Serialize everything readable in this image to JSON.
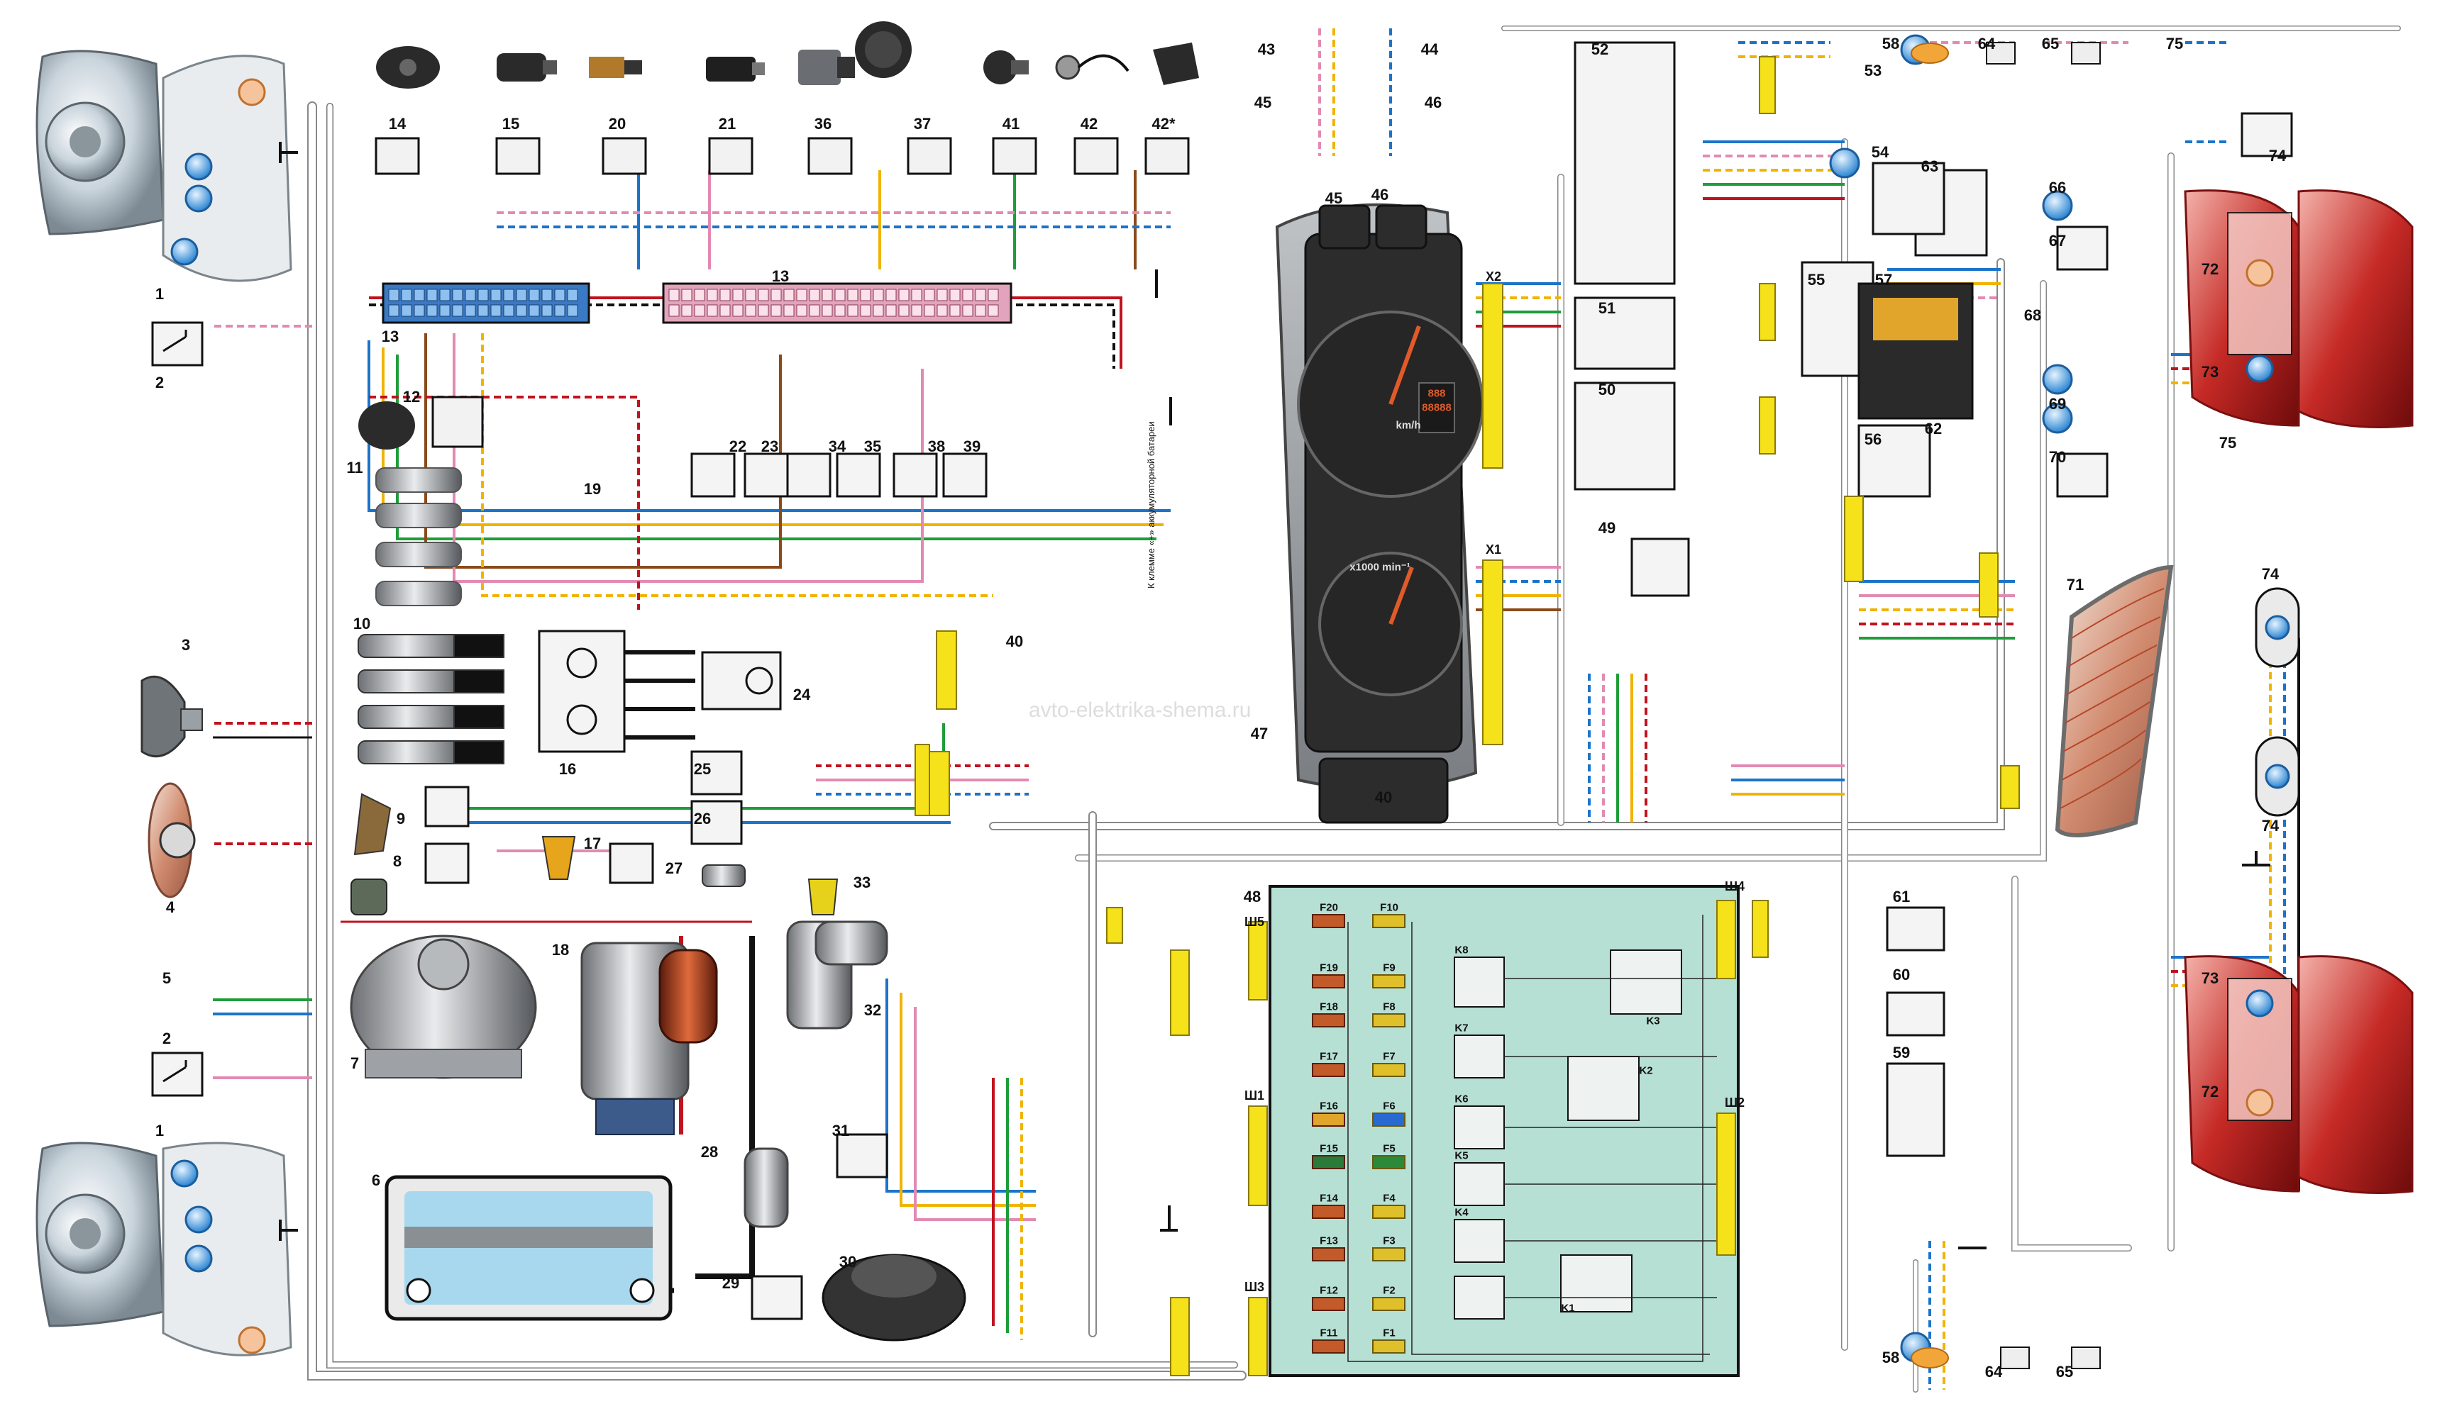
{
  "labels": {
    "c1": "1",
    "c2": "2",
    "c3": "3",
    "c4": "4",
    "c5": "5",
    "c6": "6",
    "c7": "7",
    "c8": "8",
    "c9": "9",
    "c10": "10",
    "c11": "11",
    "c12": "12",
    "c13": "13",
    "c14": "14",
    "c15": "15",
    "c16": "16",
    "c17": "17",
    "c18": "18",
    "c19": "19",
    "c20": "20",
    "c21": "21",
    "c22": "22",
    "c23": "23",
    "c24": "24",
    "c25": "25",
    "c26": "26",
    "c27": "27",
    "c28": "28",
    "c29": "29",
    "c30": "30",
    "c31": "31",
    "c32": "32",
    "c33": "33",
    "c34": "34",
    "c35": "35",
    "c36": "36",
    "c37": "37",
    "c38": "38",
    "c39": "39",
    "c40": "40",
    "c41": "41",
    "c42": "42",
    "c42s": "42*",
    "c43": "43",
    "c44": "44",
    "c45": "45",
    "c46": "46",
    "c47": "47",
    "c48": "48",
    "c49": "49",
    "c50": "50",
    "c51": "51",
    "c52": "52",
    "c53": "53",
    "c54": "54",
    "c55": "55",
    "c56": "56",
    "c57": "57",
    "c58": "58",
    "c59": "59",
    "c60": "60",
    "c61": "61",
    "c62": "62",
    "c63": "63",
    "c64": "64",
    "c65": "65",
    "c66": "66",
    "c67": "67",
    "c68": "68",
    "c69": "69",
    "c70": "70",
    "c71": "71",
    "c72": "72",
    "c73": "73",
    "c74": "74",
    "c75": "75"
  },
  "connectors": {
    "x1": "X1",
    "x2": "X2",
    "sh1": "Ш1",
    "sh2": "Ш2",
    "sh3": "Ш3",
    "sh4": "Ш4",
    "sh5": "Ш5"
  },
  "fuses_left": [
    "F20",
    "F19",
    "F18",
    "F17",
    "F16",
    "F15",
    "F14",
    "F13",
    "F12",
    "F11"
  ],
  "fuses_right": [
    "F10",
    "F9",
    "F8",
    "F7",
    "F6",
    "F5",
    "F4",
    "F3",
    "F2",
    "F1"
  ],
  "relays": [
    "K8",
    "K7",
    "K6",
    "K5",
    "K4",
    "K3",
    "K2",
    "K1"
  ],
  "gauge_text": {
    "rpm_unit": "x1000 min⁻¹",
    "speed_unit": "km/h",
    "odometer": "88888",
    "trip": "888"
  },
  "notes": {
    "battery_note": "К клемме «+» аккумуляторной батареи"
  },
  "watermark": "avto-elektrika-shema.ru",
  "colors": {
    "fuse_box": "#b7e0d4",
    "ecu_blue": "#3a79c4",
    "ecu_pink": "#e2a4bc",
    "connector_yellow": "#f6e21b"
  }
}
